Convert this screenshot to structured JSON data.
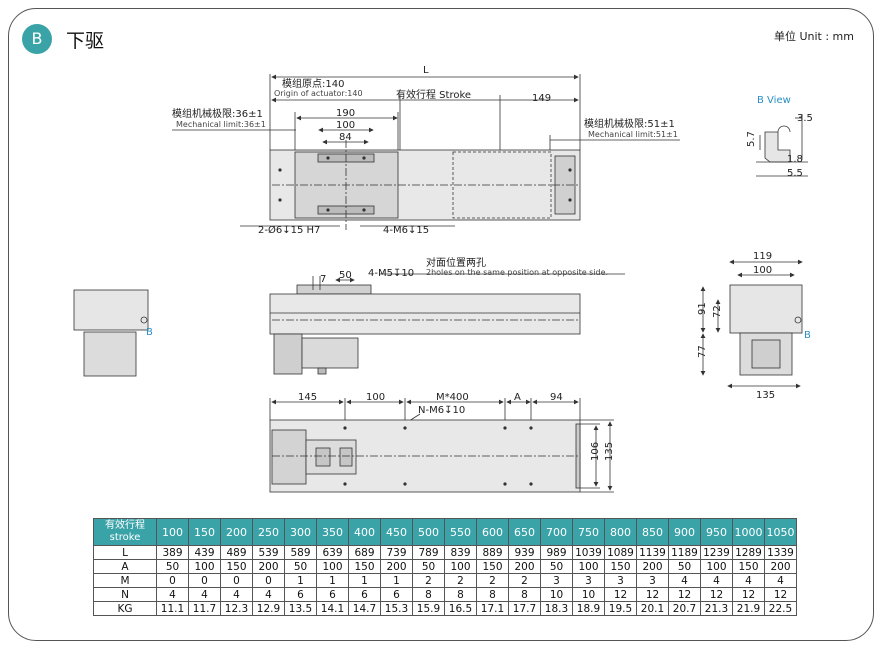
{
  "section": {
    "badge": "B",
    "title": "下驱",
    "unit": "单位 Unit : mm"
  },
  "top_view": {
    "dim_L": "L",
    "origin_cn": "模组原点:140",
    "origin_en": "Origin of actuator:140",
    "stroke": "有效行程  Stroke",
    "dim_149": "149",
    "mech_left_cn": "模组机械极限:36±1",
    "mech_left_en": "Mechanical limit:36±1",
    "mech_right_cn": "模组机械极限:51±1",
    "mech_right_en": "Mechanical limit:51±1",
    "dim_190": "190",
    "dim_100": "100",
    "dim_84": "84",
    "hole_left": "2-Ø6↧15 H7",
    "hole_right": "4-M6↧15"
  },
  "b_view": {
    "title": "B  View",
    "dim_3_5": "3.5",
    "dim_5_7": "5.7",
    "dim_1_8": "1.8",
    "dim_5_5": "5.5"
  },
  "side_view": {
    "dim_7": "7",
    "dim_50": "50",
    "hole": "4-M5↧10",
    "opp_cn": "对面位置两孔",
    "opp_en": "2holes on the same position at opposite side."
  },
  "left_end": {
    "b_mark": "B"
  },
  "right_end": {
    "dim_119": "119",
    "dim_100": "100",
    "dim_91": "91",
    "dim_72": "72",
    "dim_77": "77",
    "dim_135": "135",
    "b_mark": "B"
  },
  "bottom_view": {
    "dim_145": "145",
    "dim_100": "100",
    "dim_M400": "M*400",
    "dim_A": "A",
    "dim_94": "94",
    "hole": "N-M6↧10",
    "dim_106": "106",
    "dim_135": "135"
  },
  "spec_table": {
    "header_label": [
      "有效行程",
      "stroke"
    ],
    "strokes": [
      "100",
      "150",
      "200",
      "250",
      "300",
      "350",
      "400",
      "450",
      "500",
      "550",
      "600",
      "650",
      "700",
      "750",
      "800",
      "850",
      "900",
      "950",
      "1000",
      "1050"
    ],
    "rows": [
      {
        "label": "L",
        "values": [
          "389",
          "439",
          "489",
          "539",
          "589",
          "639",
          "689",
          "739",
          "789",
          "839",
          "889",
          "939",
          "989",
          "1039",
          "1089",
          "1139",
          "1189",
          "1239",
          "1289",
          "1339"
        ]
      },
      {
        "label": "A",
        "values": [
          "50",
          "100",
          "150",
          "200",
          "50",
          "100",
          "150",
          "200",
          "50",
          "100",
          "150",
          "200",
          "50",
          "100",
          "150",
          "200",
          "50",
          "100",
          "150",
          "200"
        ]
      },
      {
        "label": "M",
        "values": [
          "0",
          "0",
          "0",
          "0",
          "1",
          "1",
          "1",
          "1",
          "2",
          "2",
          "2",
          "2",
          "3",
          "3",
          "3",
          "3",
          "4",
          "4",
          "4",
          "4"
        ]
      },
      {
        "label": "N",
        "values": [
          "4",
          "4",
          "4",
          "4",
          "6",
          "6",
          "6",
          "6",
          "8",
          "8",
          "8",
          "8",
          "10",
          "10",
          "12",
          "12",
          "12",
          "12",
          "12",
          "12"
        ]
      },
      {
        "label": "KG",
        "values": [
          "11.1",
          "11.7",
          "12.3",
          "12.9",
          "13.5",
          "14.1",
          "14.7",
          "15.3",
          "15.9",
          "16.5",
          "17.1",
          "17.7",
          "18.3",
          "18.9",
          "19.5",
          "20.1",
          "20.7",
          "21.3",
          "21.9",
          "22.5"
        ]
      }
    ]
  }
}
